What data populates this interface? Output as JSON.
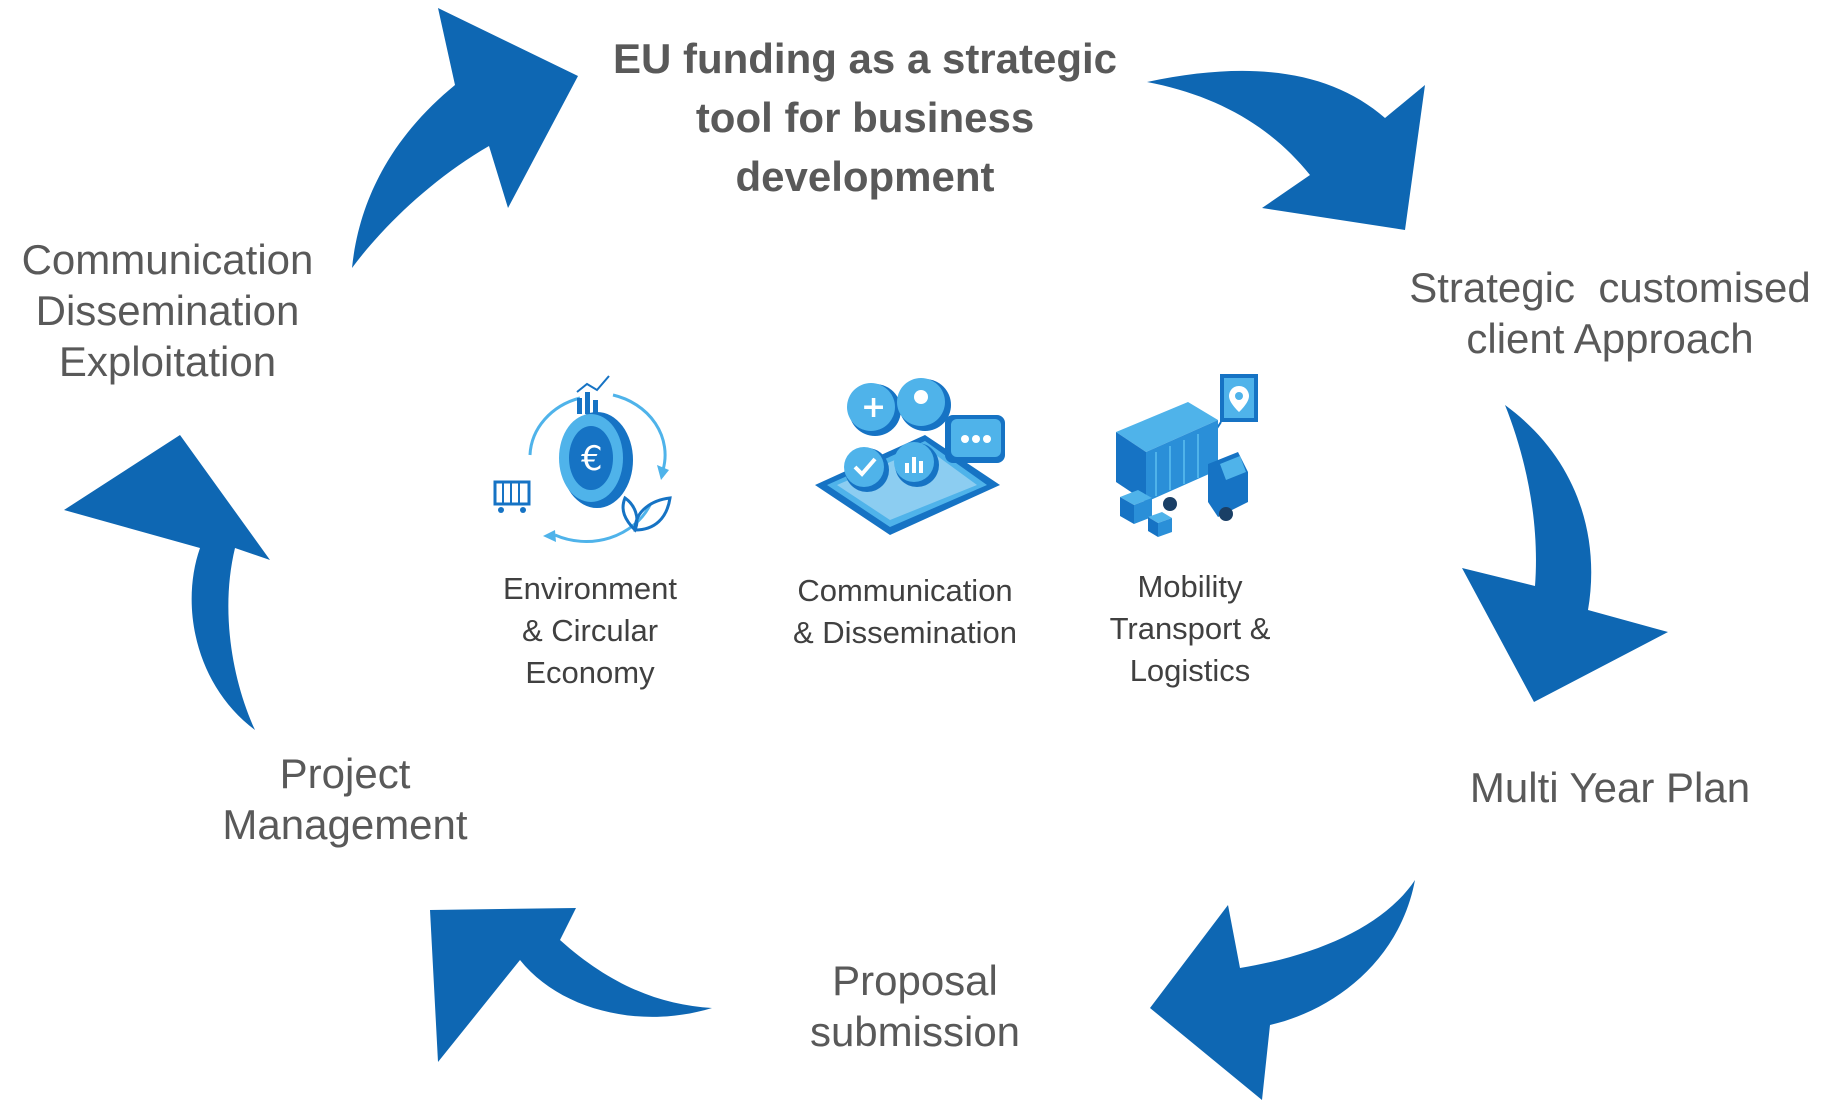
{
  "title": {
    "lines": [
      "EU funding as a strategic",
      "tool for business",
      "development"
    ]
  },
  "stages": {
    "strategic": [
      "Strategic  customised",
      "client Approach"
    ],
    "multiyear": [
      "Multi Year Plan"
    ],
    "proposal": [
      "Proposal",
      "submission"
    ],
    "project": [
      "Project",
      "Management"
    ],
    "communication": [
      "Communication",
      "Dissemination",
      "Exploitation"
    ]
  },
  "sectors": {
    "environment": {
      "lines": [
        "Environment",
        "& Circular",
        "Economy"
      ],
      "icon": "euro-coin-cycle-icon"
    },
    "communication": {
      "lines": [
        "Communication",
        "& Dissemination"
      ],
      "icon": "tablet-chat-icon"
    },
    "mobility": {
      "lines": [
        "Mobility",
        "Transport &",
        "Logistics"
      ],
      "icon": "truck-location-icon"
    }
  },
  "colors": {
    "arrow": "#0E67B3",
    "icon_dark": "#1673C4",
    "icon_light": "#4FB3EA"
  }
}
